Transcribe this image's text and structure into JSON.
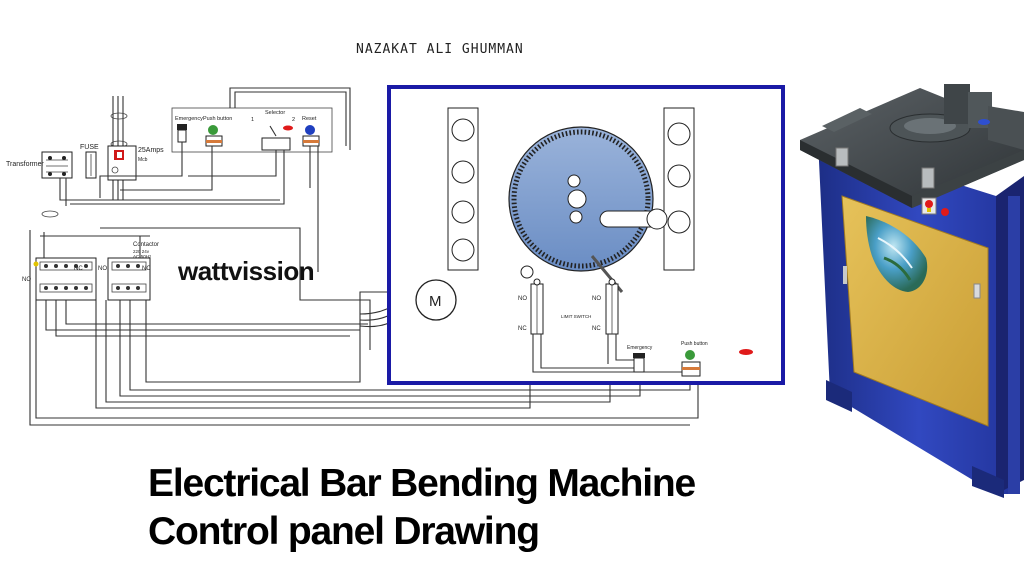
{
  "header": {
    "author": "NAZAKAT ALI GHUMMAN"
  },
  "watermark": {
    "brand": "wattvission"
  },
  "title": {
    "line1": "Electrical Bar Bending Machine",
    "line2": "Control panel Drawing"
  },
  "components": {
    "transformer": "Transformer",
    "fuse": "FUSE",
    "mcb": "25Amps",
    "mcb_sub": "Mcb",
    "emergency": "Emergency",
    "push_button": "Push button",
    "selector": "Selector",
    "sel_1": "1",
    "sel_2": "2",
    "reset": "Reset",
    "contactor": "Contactor",
    "contactor_spec1": "220 24v",
    "contactor_spec2": "AC-50Hz",
    "motor": "M",
    "limit_switch": "LIMIT SWITCH",
    "no": "NO",
    "nc": "NC"
  },
  "colors": {
    "panel_border": "#1a1aa6",
    "disc_top": "#8fa9d3",
    "disc_bottom": "#6b8ec2",
    "machine_blue": "#2a3fa8",
    "machine_door": "#d9b54a",
    "indicator_red": "#e01a1a",
    "indicator_blue": "#1f3fbf",
    "button_green": "#3a9a3a"
  }
}
